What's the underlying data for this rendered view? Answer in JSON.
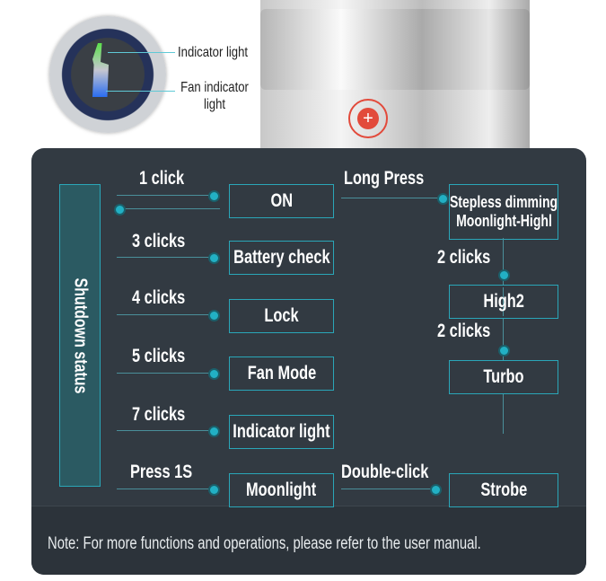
{
  "top": {
    "callouts": [
      "Indicator light",
      "Fan indicator light"
    ]
  },
  "panel": {
    "side_label": "Shutdown status",
    "rows": [
      {
        "action": "1 click",
        "mode": "ON"
      },
      {
        "action": "3 clicks",
        "mode": "Battery check"
      },
      {
        "action": "4 clicks",
        "mode": "Lock"
      },
      {
        "action": "5 clicks",
        "mode": "Fan Mode"
      },
      {
        "action": "7 clicks",
        "mode": "Indicator light"
      },
      {
        "action": "Press 1S",
        "mode": "Moonlight"
      }
    ],
    "long_press": "Long Press",
    "stepless": [
      "Stepless dimming",
      "Moonlight-Highl"
    ],
    "two_clicks_a": "2 clicks",
    "high2": "High2",
    "two_clicks_b": "2 clicks",
    "turbo": "Turbo",
    "double_click": "Double-click",
    "strobe": "Strobe",
    "note": "Note: For more functions and operations, please refer to the user manual."
  }
}
